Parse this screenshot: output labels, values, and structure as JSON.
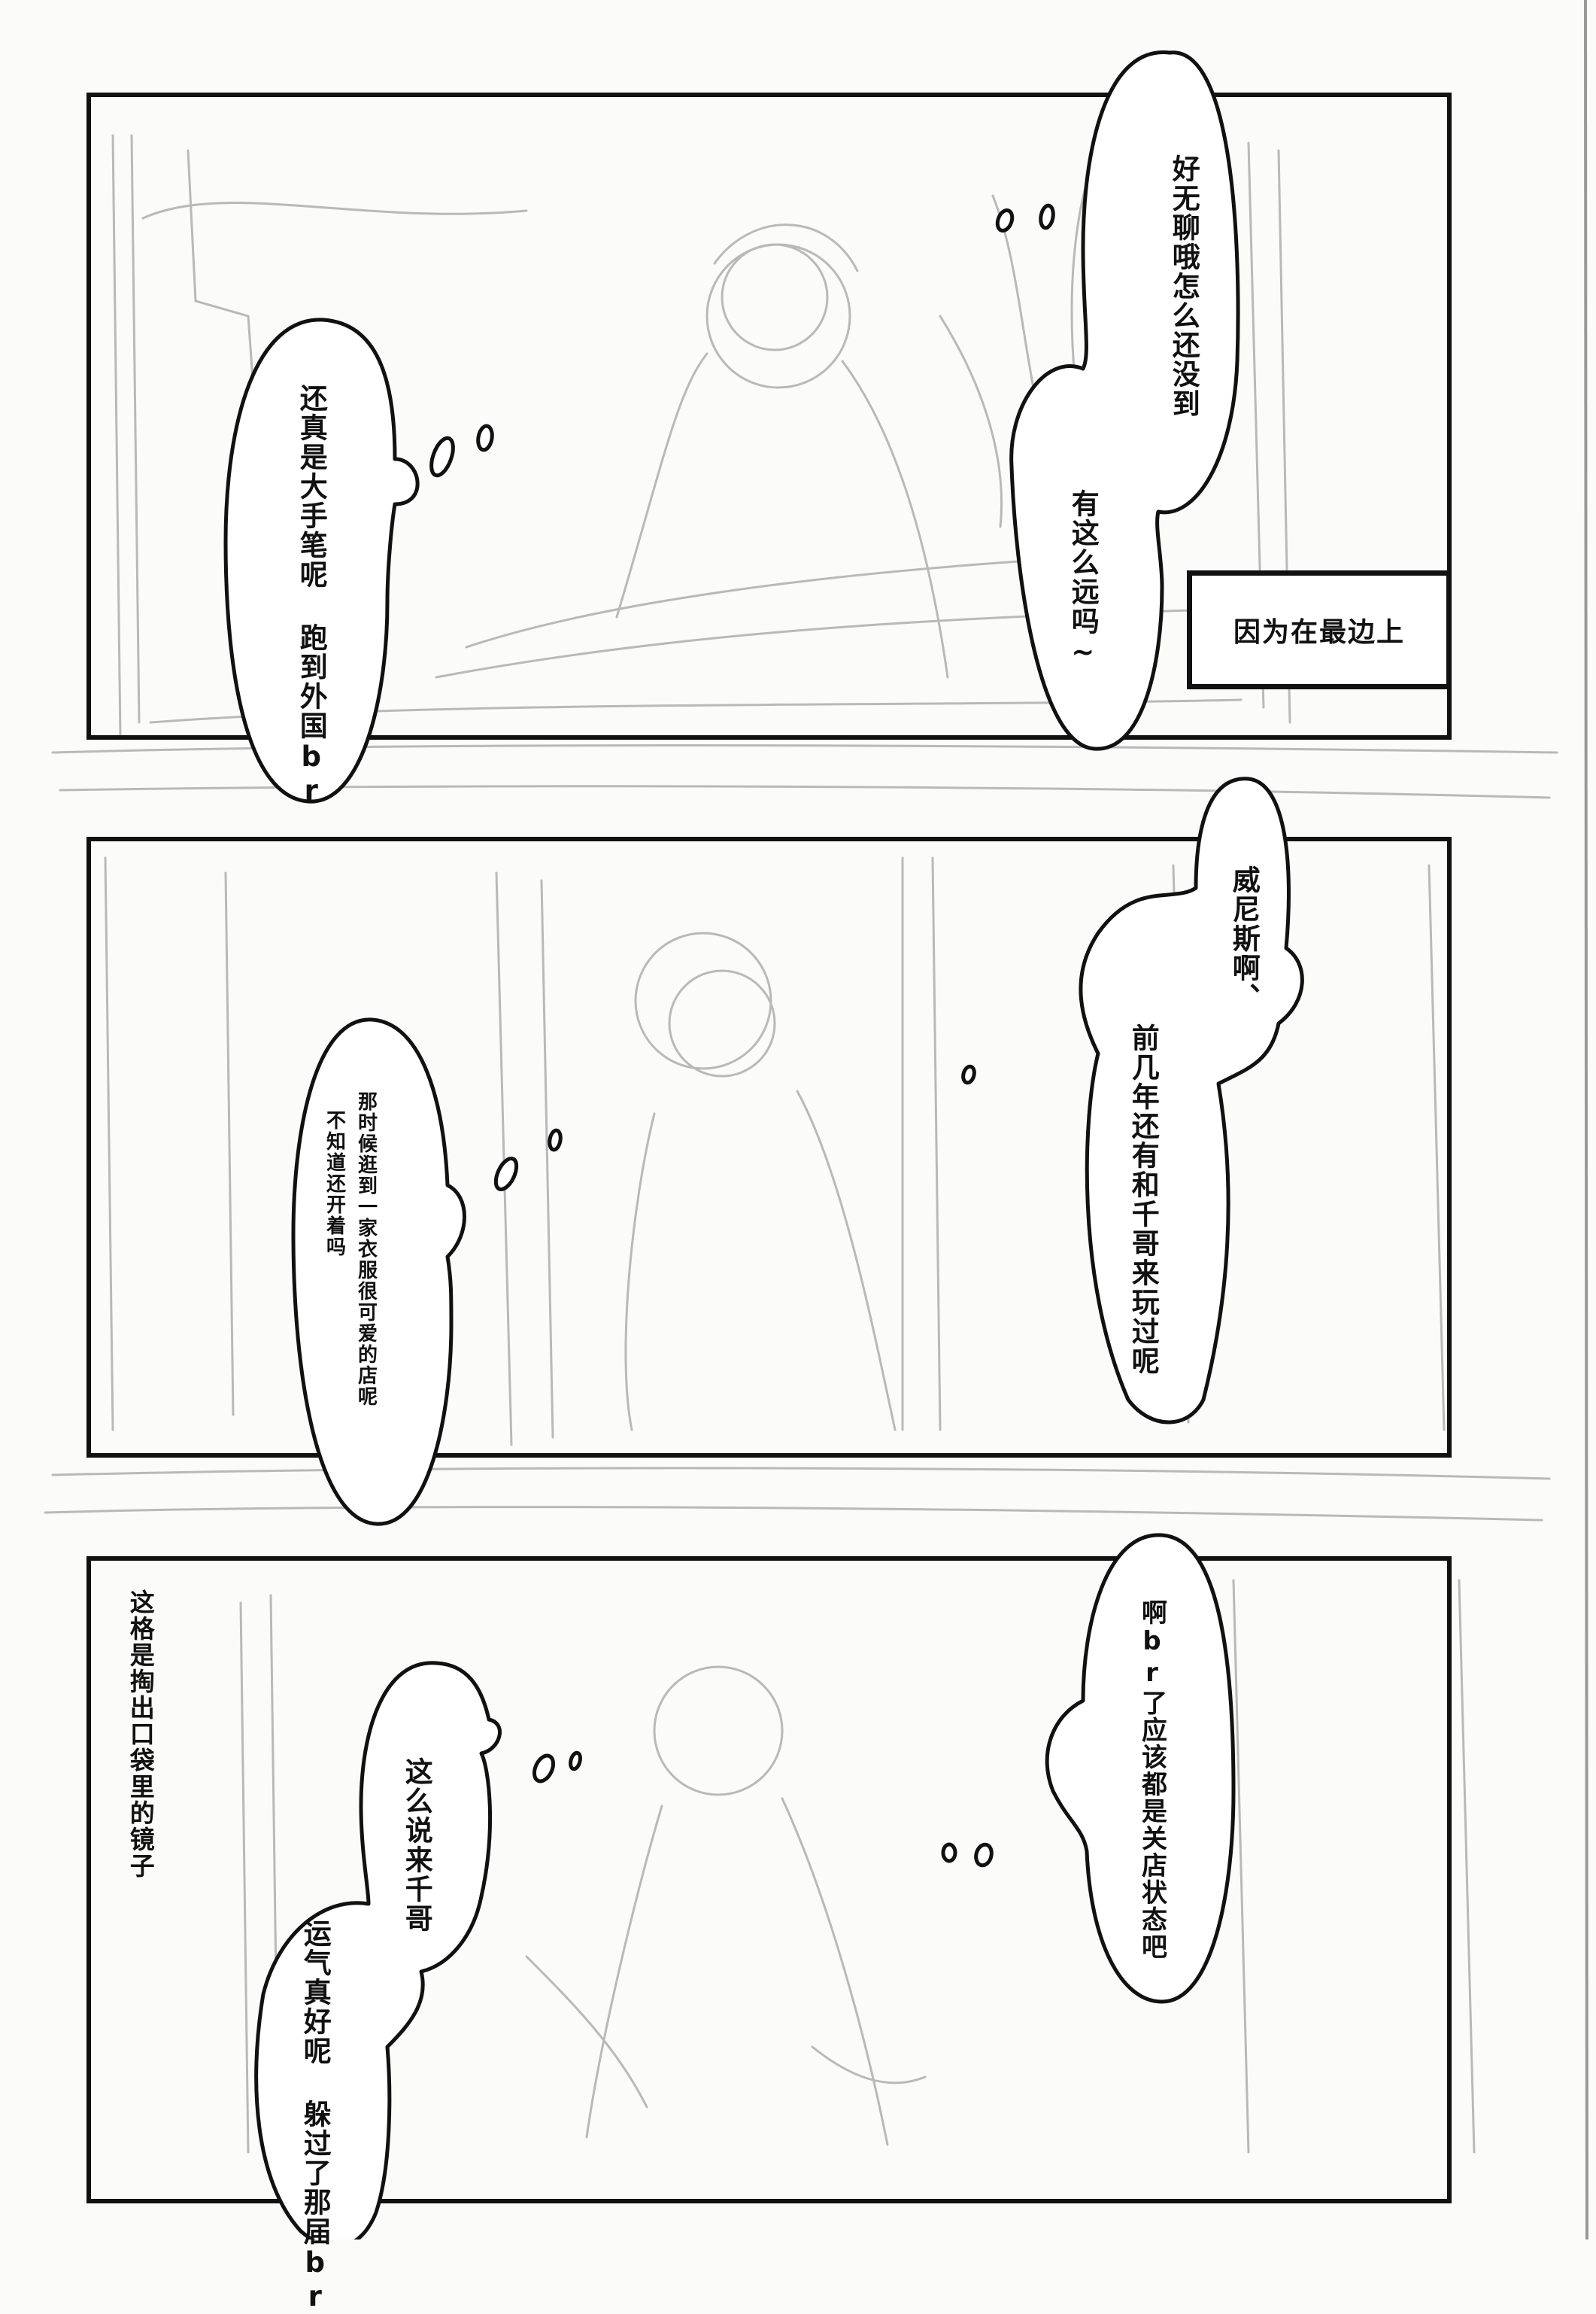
{
  "page": {
    "panels": [
      {
        "bubbles": [
          {
            "id": "p1-right-top",
            "text": "好无聊哦怎么还没到"
          },
          {
            "id": "p1-right-bottom",
            "text": "有这么远吗~"
          },
          {
            "id": "p1-left",
            "text": "还真是大手笔呢 跑到外国br"
          }
        ],
        "caption": "因为在最边上"
      },
      {
        "bubbles": [
          {
            "id": "p2-right-top",
            "text": "威尼斯啊、"
          },
          {
            "id": "p2-right-bottom",
            "text": "前几年还有和千哥来玩过呢"
          },
          {
            "id": "p2-left-col1",
            "text": "那时候逛到一家衣服很可爱的店呢"
          },
          {
            "id": "p2-left-col2",
            "text": "不知道还开着吗"
          }
        ]
      },
      {
        "note": "这格是掏出口袋里的镜子",
        "bubbles": [
          {
            "id": "p3-right",
            "text": "啊br了应该都是关店状态吧"
          },
          {
            "id": "p3-left-top",
            "text": "这么说来千哥"
          },
          {
            "id": "p3-left-bottom",
            "text": "运气真好呢 躲过了那届br"
          }
        ]
      }
    ]
  }
}
